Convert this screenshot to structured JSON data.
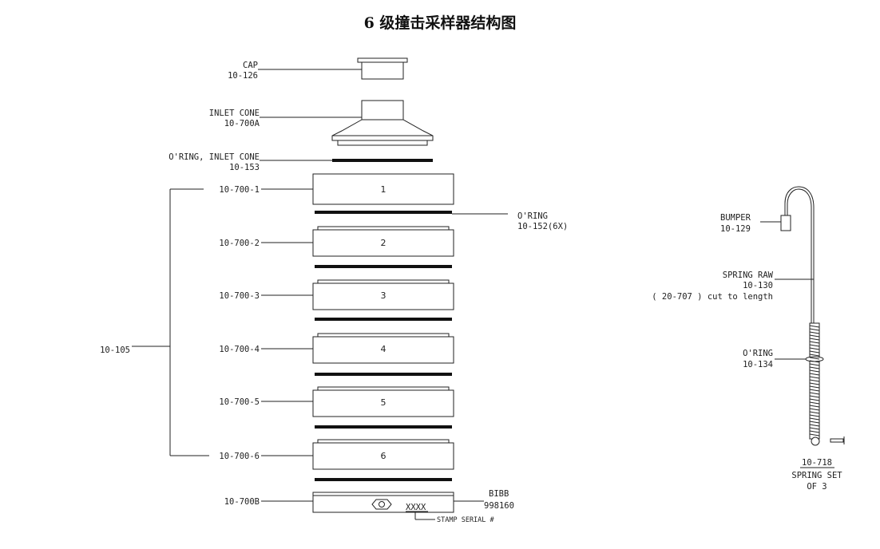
{
  "title": "6 级撞击采样器结构图",
  "labels": {
    "cap": "CAP",
    "cap_pn": "10-126",
    "inlet_cone": "INLET CONE",
    "inlet_cone_pn": "10-700A",
    "oring_inlet": "O'RING, INLET CONE",
    "oring_inlet_pn": "10-153",
    "oring_right": "O'RING",
    "oring_right_pn": "10-152(6X)",
    "assembly": "10-105",
    "base_pn": "10-700B",
    "bibb": "BIBB",
    "bibb_pn": "998160",
    "serial_mark": "XXXX",
    "stamp": "STAMP SERIAL #",
    "bumper": "BUMPER",
    "bumper_pn": "10-129",
    "spring_raw": "SPRING RAW",
    "spring_raw_pn": "10-130",
    "spring_cut": "( 20-707 ) cut to length",
    "oring_spring": "O'RING",
    "oring_spring_pn": "10-134",
    "spring_set_pn": "10-718",
    "spring_set_1": "SPRING SET",
    "spring_set_2": "OF 3"
  },
  "stages": [
    {
      "pn": "10-700-1",
      "num": "1"
    },
    {
      "pn": "10-700-2",
      "num": "2"
    },
    {
      "pn": "10-700-3",
      "num": "3"
    },
    {
      "pn": "10-700-4",
      "num": "4"
    },
    {
      "pn": "10-700-5",
      "num": "5"
    },
    {
      "pn": "10-700-6",
      "num": "6"
    }
  ]
}
